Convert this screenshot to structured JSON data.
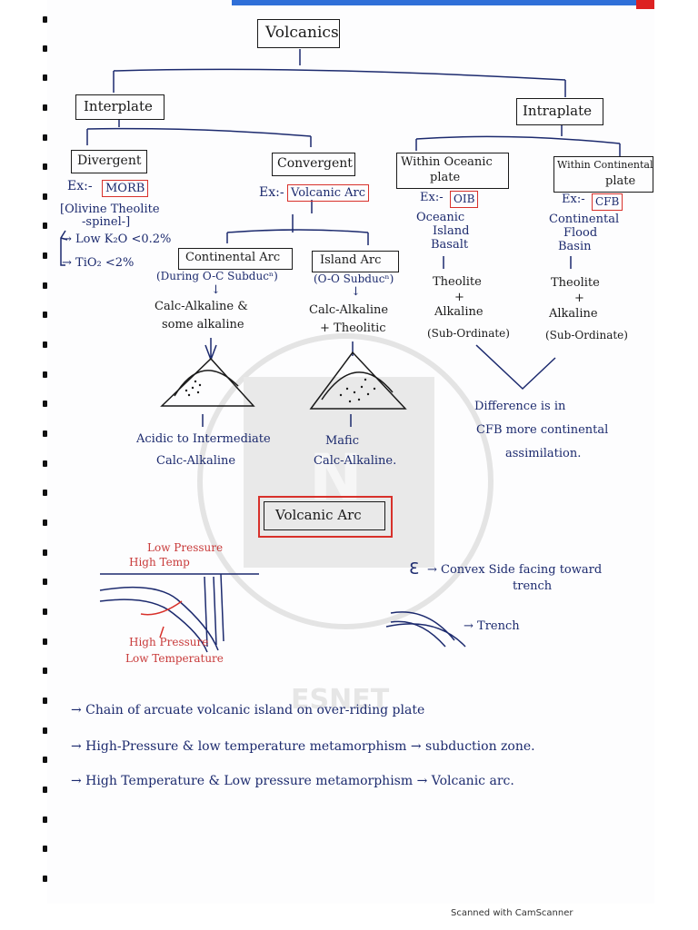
{
  "title": "Volcanics",
  "interplate": "Interplate",
  "intraplate": "Intraplate",
  "divergent": {
    "label": "Divergent",
    "ex_prefix": "Ex:-",
    "ex": "MORB",
    "note1": "[Olivine Theolite",
    "note2": "-spinel-]",
    "bullet1": "→ Low K₂O <0.2%",
    "bullet2": "→ TiO₂ <2%"
  },
  "convergent": {
    "label": "Convergent",
    "ex_prefix": "Ex:-",
    "ex": "Volcanic Arc"
  },
  "continental_arc": {
    "label": "Continental Arc",
    "sub": "(During O-C Subducⁿ)",
    "arrow": "↓",
    "magma1": "Calc-Alkaline &",
    "magma2": "some alkaline",
    "out1": "Acidic to Intermediate",
    "out2": "Calc-Alkaline"
  },
  "island_arc": {
    "label": "Island Arc",
    "sub": "(O-O Subducⁿ)",
    "arrow": "↓",
    "magma1": "Calc-Alkaline",
    "magma2": "+ Theolitic",
    "out1": "Mafic",
    "out2": "Calc-Alkaline."
  },
  "within_oceanic": {
    "label1": "Within Oceanic",
    "label2": "plate",
    "ex_prefix": "Ex:-",
    "ex": "OIB",
    "d1": "Oceanic",
    "d2": "Island",
    "d3": "Basalt",
    "arrow": "↓",
    "r1": "Theolite",
    "r2": "+",
    "r3": "Alkaline",
    "r4": "(Sub-Ordinate)"
  },
  "within_continental": {
    "label1": "Within Continental",
    "label2": "plate",
    "ex_prefix": "Ex:-",
    "ex": "CFB",
    "d1": "Continental",
    "d2": "Flood",
    "d3": "Basin",
    "arrow": "↓",
    "r1": "Theolite",
    "r2": "+",
    "r3": "Alkaline",
    "r4": "(Sub-Ordinate)"
  },
  "difference": {
    "l1": "Difference is in",
    "l2": "CFB  more continental",
    "l3": "assimilation."
  },
  "volcanic_arc_heading": "Volcanic Arc",
  "arc_diagram": {
    "low_pressure": "Low Pressure",
    "high_temp": "High Temp",
    "high_pressure": "High Pressure",
    "low_temperature": "Low Temperature",
    "symbol_note": "→ Convex Side facing toward",
    "symbol_note2": "trench",
    "trench": "→ Trench"
  },
  "points": [
    "→ Chain of arcuate volcanic island on over-riding plate",
    "→ High-Pressure & low temperature metamorphism → subduction zone.",
    "→ High Temperature & Low pressure metamorphism → Volcanic arc."
  ],
  "footer": "Scanned with CamScanner",
  "watermark": "ESNET",
  "colors": {
    "ink": "#1c2a6e",
    "red": "#d8312b",
    "topbar": "#2f6fd8"
  }
}
